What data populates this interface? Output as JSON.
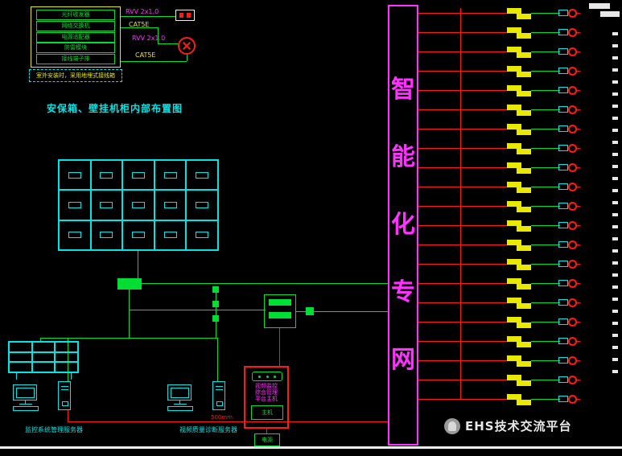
{
  "colors": {
    "green": "#00dd33",
    "cyan": "#00e5e5",
    "red": "#ff1a1a",
    "yellow": "#e8e800",
    "magenta": "#ff33ff",
    "white": "#ececec"
  },
  "assembly": {
    "modules": [
      "光纤收发器",
      "网络交换机",
      "电源适配器",
      "防雷模块",
      "接线端子排"
    ],
    "note": "室外安装时，采用地埋式接线箱",
    "labels": {
      "rvv1": "RVV 2x1.0",
      "cat5e1": "CAT5E",
      "rvv2": "RVV 2x1.0",
      "cat5e2": "CAT5E"
    },
    "caption": "安保箱、壁挂机柜内部布置图"
  },
  "cabinet_grid": {
    "cols": 5,
    "rows": 3
  },
  "rack": {
    "cols": 3,
    "rows": 3
  },
  "servers": {
    "left_caption": "监控系统管理服务器",
    "mid_caption": "视频质量诊断服务器",
    "dim_label": "500mm"
  },
  "control_cabinet": {
    "lines": [
      "视频监控",
      "综合管理",
      "平台主机"
    ],
    "unit_label": "主机",
    "power_label": "电源"
  },
  "network": {
    "chars": [
      "智",
      "能",
      "化",
      "专",
      "网"
    ]
  },
  "right_panel": {
    "row_ys": [
      10,
      34,
      58,
      82,
      106,
      130,
      154,
      178,
      202,
      226,
      250,
      274,
      298,
      322,
      346,
      370,
      394,
      418,
      442,
      466,
      490
    ]
  },
  "ticks": {
    "start": 40,
    "step": 15,
    "count": 29
  },
  "watermark": {
    "text": "EHS技术交流平台"
  }
}
